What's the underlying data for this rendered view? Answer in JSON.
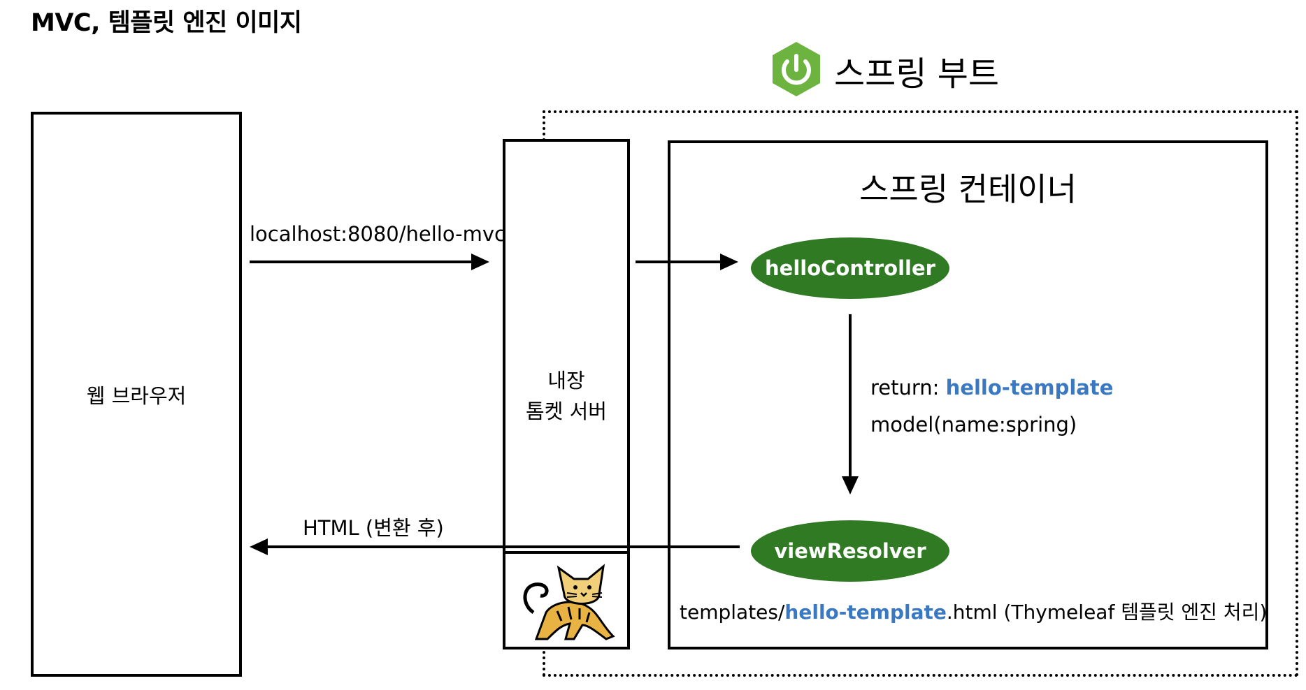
{
  "title": "MVC, 템플릿 엔진 이미지",
  "spring_boot": {
    "label": "스프링 부트",
    "icon": "power-icon",
    "color": "#6db33f"
  },
  "browser": {
    "label": "웹 브라우저"
  },
  "tomcat": {
    "line1": "내장",
    "line2": "톰켓 서버",
    "icon": "tomcat-cat-icon"
  },
  "container": {
    "label": "스프링 컨테이너"
  },
  "controller": {
    "label": "helloController"
  },
  "resolver": {
    "label": "viewResolver"
  },
  "request": {
    "label": "localhost:8080/hello-mvc"
  },
  "response": {
    "label": "HTML (변환 후)"
  },
  "return_info": {
    "prefix": "return: ",
    "value": "hello-template",
    "model": "model(name:spring)"
  },
  "template_path": {
    "prefix": "templates/",
    "name": "hello-template",
    "suffix": ".html (Thymeleaf 템플릿 엔진 처리)"
  },
  "colors": {
    "node_green": "#2f7a23",
    "highlight_blue": "#3a78c2",
    "spring_green": "#6db33f"
  }
}
